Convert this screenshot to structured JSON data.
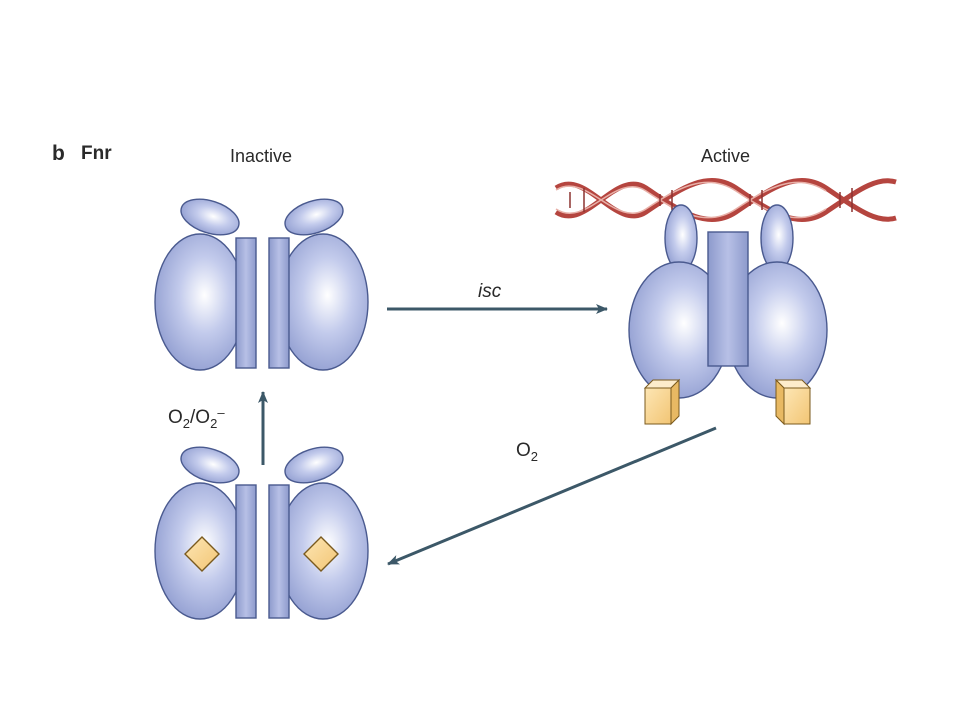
{
  "panel": {
    "letter": "b",
    "name": "Fnr"
  },
  "states": {
    "inactive": "Inactive",
    "active": "Active"
  },
  "arrows": {
    "activation": {
      "label": "isc"
    },
    "oxidation_active": {
      "base": "O",
      "sub": "2"
    },
    "oxidation_inactive": {
      "base1": "O",
      "sub1": "2",
      "slash": "/",
      "base2": "O",
      "sub2": "2",
      "sup2": "–"
    }
  },
  "colors": {
    "protein": "#a8b3dc",
    "protein_edge": "#4a5a8f",
    "cluster": "#f8d48e",
    "arrow": "#3c5868",
    "dna_red": "#b5453f"
  }
}
